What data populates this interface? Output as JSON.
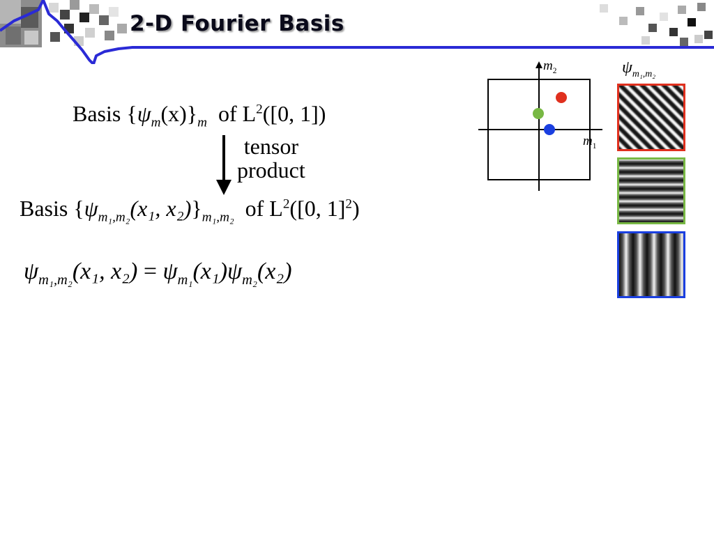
{
  "title": "2-D Fourier Basis",
  "colors": {
    "red": "#e0301e",
    "green": "#78b844",
    "blue": "#1a3fe0",
    "header_line": "#2a2ad6"
  },
  "line1": {
    "basis": "Basis",
    "brace_open": "{",
    "psi": "ψ",
    "sub_m": "m",
    "arg": "(x)",
    "brace_close": "}",
    "subscript": "m",
    "of": "of",
    "L": "L",
    "sup": "2",
    "interval": "([0, 1])"
  },
  "arrow": {
    "line1": "tensor",
    "line2": "product"
  },
  "line2": {
    "basis": "Basis",
    "brace_open": "{",
    "psi": "ψ",
    "sub": "m₁,m₂",
    "arg": "(x₁, x₂)",
    "brace_close": "}",
    "subscript": "m₁,m₂",
    "of": "of",
    "L": "L",
    "sup": "2",
    "interval_open": "([0, 1]",
    "interval_sup": "2",
    "interval_close": ")"
  },
  "formula": {
    "lhs_psi": "ψ",
    "lhs_sub": "m₁,m₂",
    "lhs_arg": "(x₁, x₂)",
    "eq": "=",
    "r1_psi": "ψ",
    "r1_sub": "m₁",
    "r1_arg": "(x₁)",
    "r2_psi": "ψ",
    "r2_sub": "m₂",
    "r2_arg": "(x₂)"
  },
  "axes": {
    "m1": "m",
    "m1_sub": "1",
    "m2": "m",
    "m2_sub": "2"
  },
  "psi_label": {
    "psi": "ψ",
    "sub": "m₁,m₂"
  },
  "patterns": [
    {
      "name": "diagonal",
      "color": "red"
    },
    {
      "name": "horizontal",
      "color": "green"
    },
    {
      "name": "vertical",
      "color": "blue"
    }
  ]
}
